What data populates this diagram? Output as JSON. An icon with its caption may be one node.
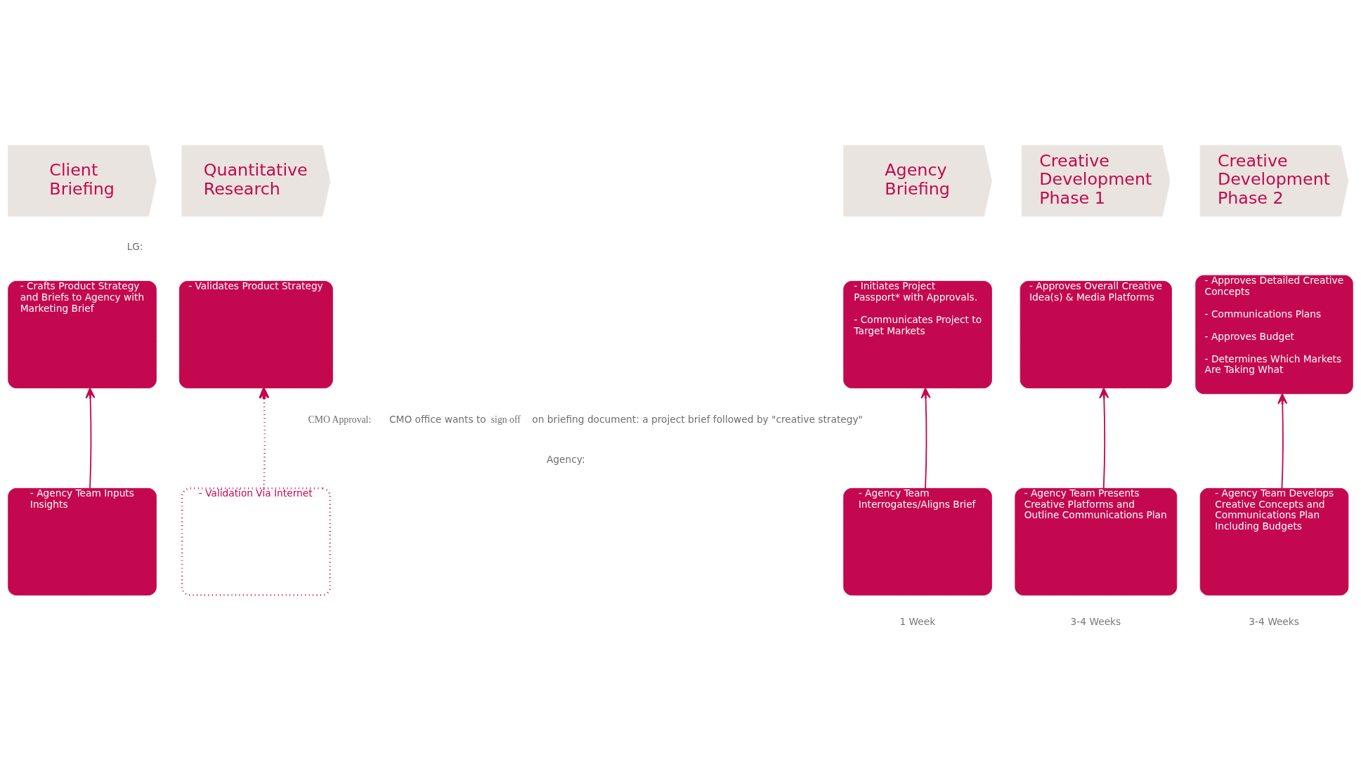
{
  "diagram": {
    "nodes": [
      {
        "text": [
          "Client Briefing"
        ]
      },
      {
        "text": [
          "Quantitative Research"
        ]
      },
      {
        "text": [
          "Agency Briefing"
        ]
      },
      {
        "text": [
          "Creative Development Phase 1"
        ]
      },
      {
        "text": [
          "Creative Development Phase 2"
        ]
      },
      {
        "text": [
          "- Crafts Product Strategy and Briefs to Agency with Marketing Brief"
        ]
      },
      {
        "text": [
          "- Validates Product Strategy"
        ]
      },
      {
        "text": [
          "- Initiates Project Passport* with Approvals.",
          "- Communicates Project to Target Markets"
        ]
      },
      {
        "text": [
          "- Approves Overall Creative Idea(s) & Media Platforms"
        ]
      },
      {
        "text": [
          "- Approves Detailed Creative Concepts",
          "- Communications Plans",
          "- Approves Budget",
          "- Determines Which Markets Are Taking What"
        ]
      },
      {
        "text": [
          "- Agency Team Inputs Insights"
        ]
      },
      {
        "text": [
          "- Validation Via Internet"
        ]
      },
      {
        "text": [
          "- Agency Team Interrogates/Aligns Brief"
        ],
        "beside": [
          "1 Week"
        ]
      },
      {
        "text": [
          "- Agency Team Presents Creative Platforms and Outline Communications Plan"
        ],
        "beside": [
          "3-4 Weeks"
        ]
      },
      {
        "text": [
          "- Agency Team Develops Creative Concepts and Communications Plan Including Budgets"
        ],
        "beside": [
          "3-4 Weeks"
        ]
      }
    ],
    "edges": [
      {
        "from": 10,
        "to": 5,
        "arrow": "to"
      },
      {
        "from": 11,
        "to": 6,
        "arrow": "to",
        "style": "dashed"
      },
      {
        "from": 12,
        "to": 7,
        "arrow": "to"
      },
      {
        "from": 13,
        "to": 8,
        "arrow": "to"
      },
      {
        "from": 14,
        "to": 9,
        "arrow": "to"
      }
    ],
    "labels": [
      "LG:",
      "**CMO Approval:** CMO office wants to **sign off** on briefing document: a project brief followed by \"creative strategy\"",
      "Agency:"
    ]
  }
}
